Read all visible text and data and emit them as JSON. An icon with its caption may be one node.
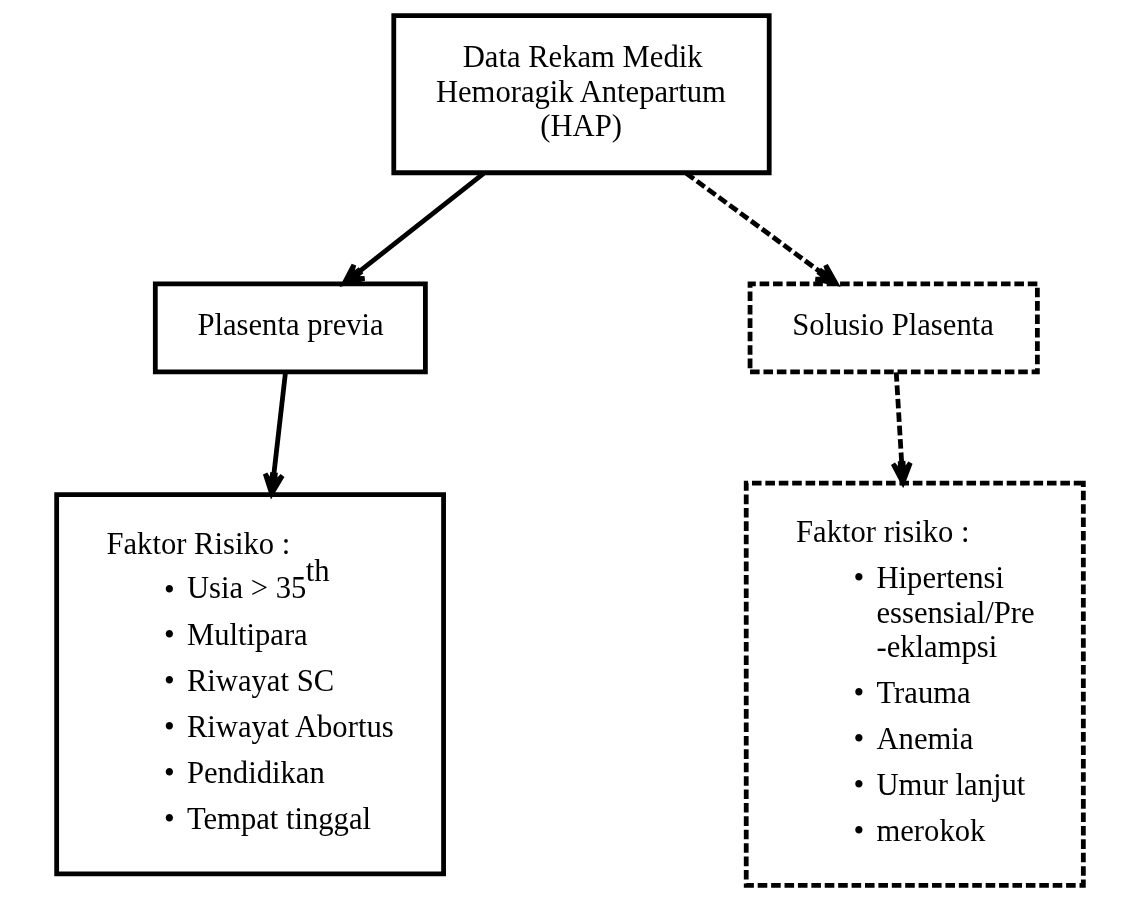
{
  "diagram": {
    "nodes": [
      {
        "text": [
          "Data Rekam Medik Hemoragik Antepartum (HAP)"
        ]
      },
      {
        "text": [
          "Plasenta previa"
        ]
      },
      {
        "text": [
          "Solusio Plasenta"
        ]
      },
      {
        "text": [
          "Faktor Risiko :",
          "• Usia > 35$^{th}$",
          "• Multipara",
          "• Riwayat SC",
          "• Riwayat Abortus",
          "• Pendidikan",
          "• Tempat tinggal"
        ]
      },
      {
        "text": [
          "Faktor risiko :",
          "• Hipertensi essensial/Pre -eklampsi",
          "• Trauma",
          "• Anemia",
          "• Umur lanjut",
          "• merokok"
        ]
      }
    ],
    "edges": [
      {
        "from": 0,
        "to": 1,
        "arrow": "to"
      },
      {
        "from": 0,
        "to": 2,
        "arrow": "to",
        "style": "dashed"
      },
      {
        "from": 1,
        "to": 3,
        "arrow": "to"
      },
      {
        "from": 2,
        "to": 4,
        "arrow": "to",
        "style": "dashed"
      }
    ]
  }
}
